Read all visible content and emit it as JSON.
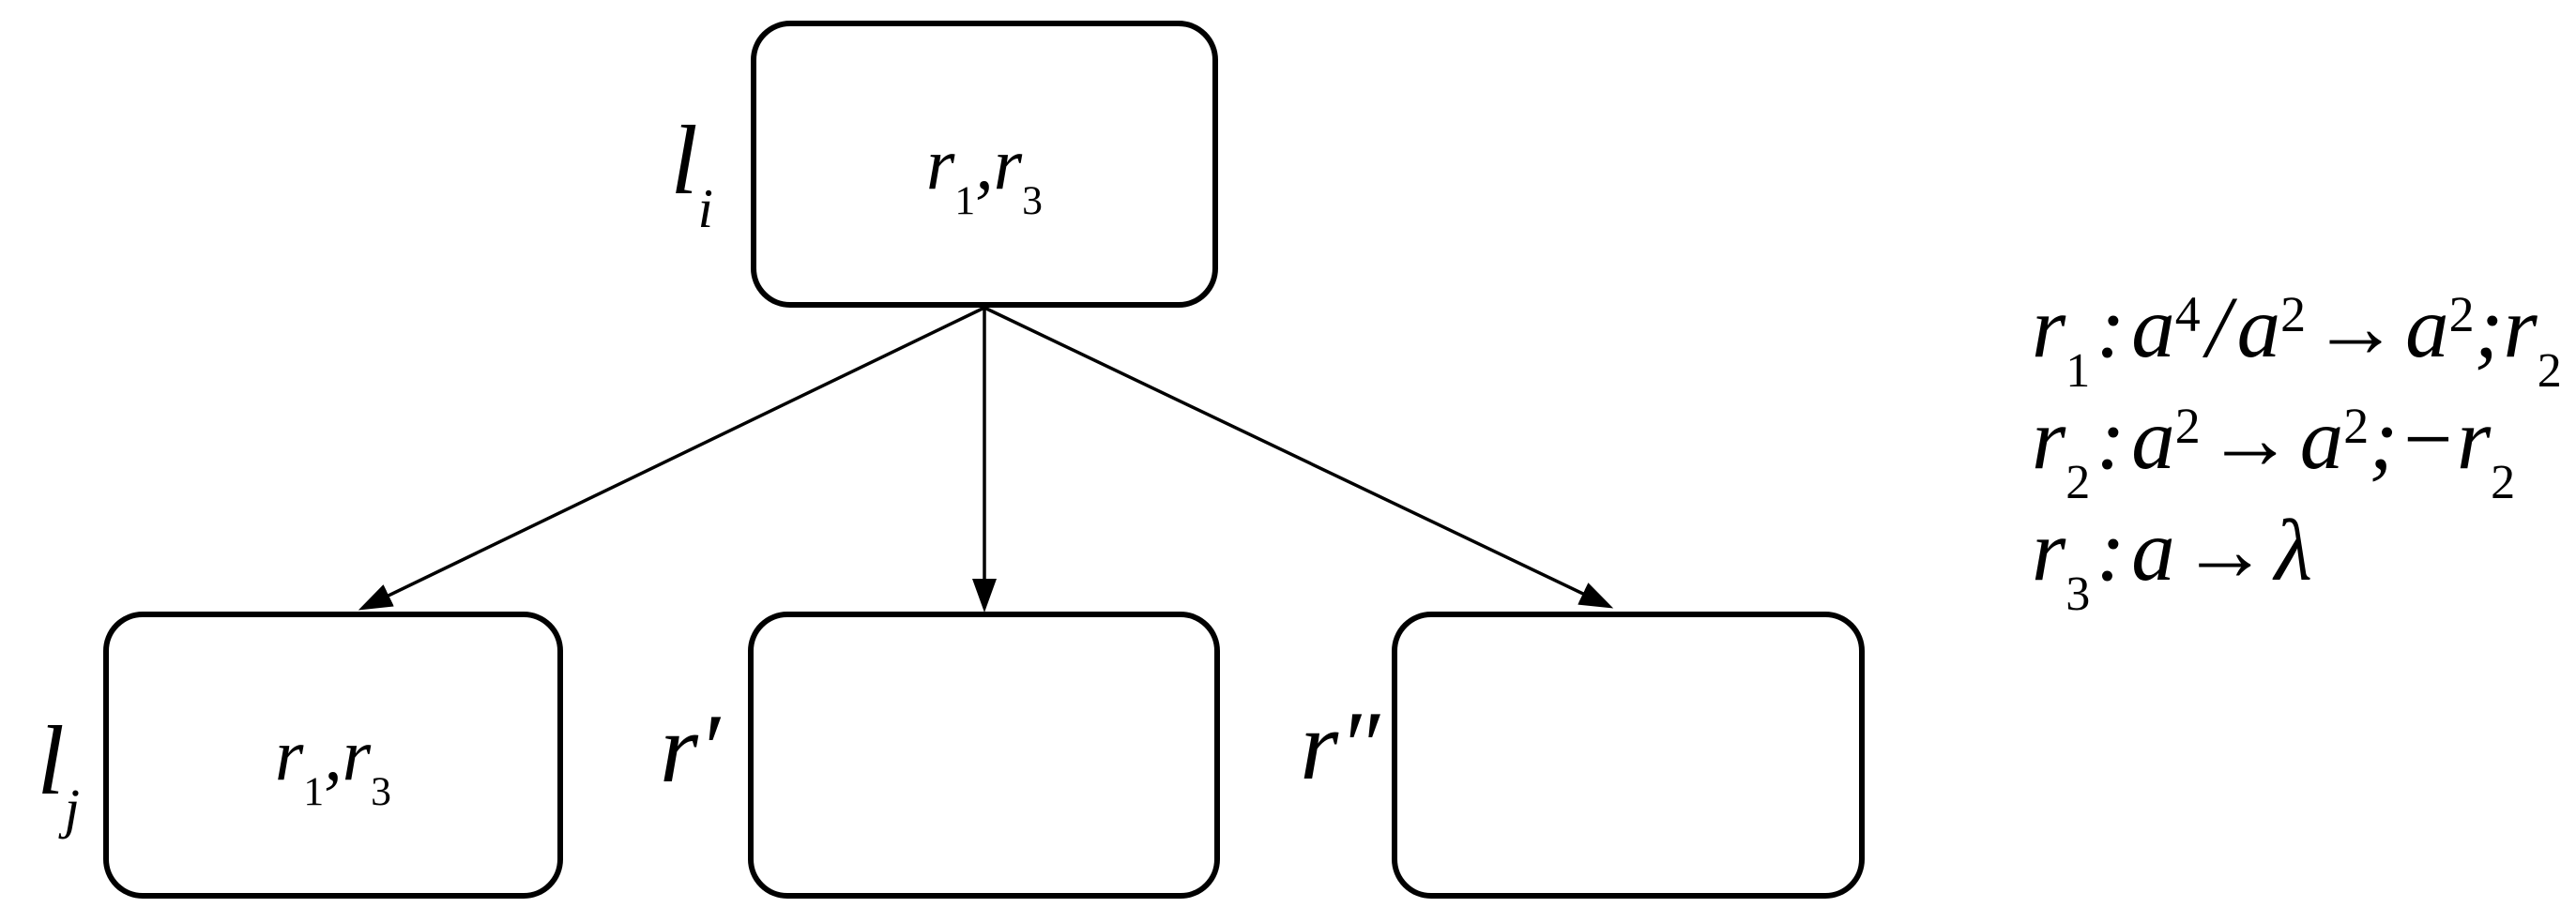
{
  "figure": {
    "background": "#ffffff",
    "ink": "#000000",
    "description_visible_elements": "tree of four rounded-rectangle nodes with three arrows and a list of three rules"
  },
  "nodes": [
    {
      "id": "li",
      "label_plain": "lᵢ",
      "label": [
        {
          "text": "l",
          "sub": "i"
        }
      ],
      "content_plain": "r₁,r₃",
      "content": [
        {
          "text": "r",
          "sub": "1"
        },
        {
          "text": ","
        },
        {
          "text": "r",
          "sub": "3"
        }
      ]
    },
    {
      "id": "lj",
      "label_plain": "lⱼ",
      "label": [
        {
          "text": "l",
          "sub": "j"
        }
      ],
      "content_plain": "r₁,r₃",
      "content": [
        {
          "text": "r",
          "sub": "1"
        },
        {
          "text": ","
        },
        {
          "text": "r",
          "sub": "3"
        }
      ]
    },
    {
      "id": "r-prime",
      "label_plain": "r′",
      "label": [
        {
          "text": "r′"
        }
      ],
      "content_plain": "",
      "content": []
    },
    {
      "id": "r-double-prime",
      "label_plain": "r″",
      "label": [
        {
          "text": "r″"
        }
      ],
      "content_plain": "",
      "content": []
    }
  ],
  "edges": [
    {
      "from": "li",
      "to": "lj"
    },
    {
      "from": "li",
      "to": "r-prime"
    },
    {
      "from": "li",
      "to": "r-double-prime"
    }
  ],
  "rules": [
    {
      "plain": "r₁ : a⁴ / a² → a²;r₂",
      "segs": [
        {
          "text": "r",
          "sub": "1"
        },
        {
          "text": " : "
        },
        {
          "text": "a",
          "sup": "4"
        },
        {
          "text": " / "
        },
        {
          "text": "a",
          "sup": "2"
        },
        {
          "text": " → "
        },
        {
          "text": "a",
          "sup": "2"
        },
        {
          "text": ";"
        },
        {
          "text": "r",
          "sub": "2"
        }
      ]
    },
    {
      "plain": "r₂ : a² → a²;−r₂",
      "segs": [
        {
          "text": "r",
          "sub": "2"
        },
        {
          "text": " : "
        },
        {
          "text": "a",
          "sup": "2"
        },
        {
          "text": " → "
        },
        {
          "text": "a",
          "sup": "2"
        },
        {
          "text": ";−"
        },
        {
          "text": "r",
          "sub": "2"
        }
      ]
    },
    {
      "plain": "r₃ : a → λ",
      "segs": [
        {
          "text": "r",
          "sub": "3"
        },
        {
          "text": " : "
        },
        {
          "text": "a"
        },
        {
          "text": " → "
        },
        {
          "text": "λ"
        }
      ]
    }
  ]
}
